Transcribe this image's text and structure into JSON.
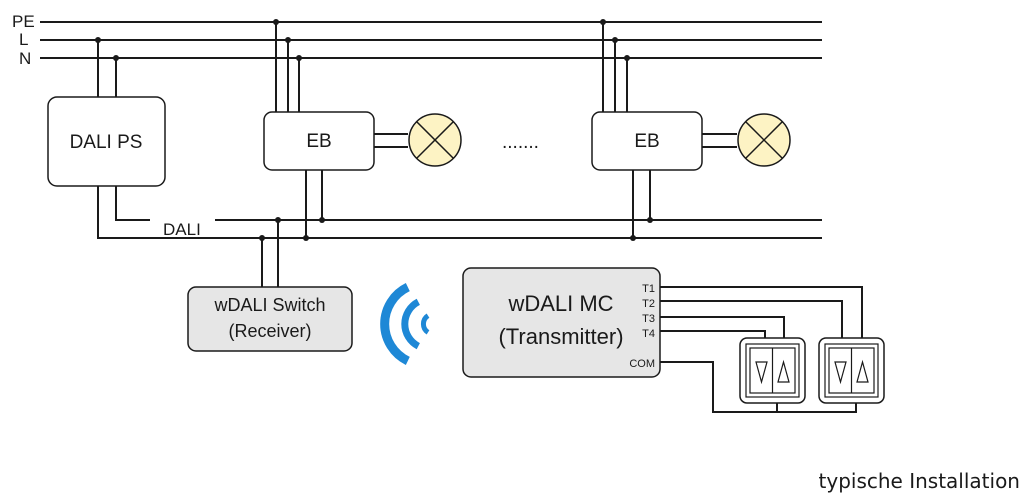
{
  "bus_labels": {
    "pe": "PE",
    "l": "L",
    "n": "N",
    "dali": "DALI"
  },
  "devices": {
    "dali_ps": "DALI PS",
    "eb1": "EB",
    "eb2": "EB",
    "ellipsis": ".......",
    "wdali_switch_line1": "wDALI Switch",
    "wdali_switch_line2": "(Receiver)",
    "wdali_mc_line1": "wDALI MC",
    "wdali_mc_line2": "(Transmitter)"
  },
  "terminals": {
    "t1": "T1",
    "t2": "T2",
    "t3": "T3",
    "t4": "T4",
    "com": "COM"
  },
  "caption": "typische Installation",
  "colors": {
    "lamp_fill": "#fdf3c4",
    "receiver_fill": "#e6e6e6",
    "transmitter_fill": "#e6e6e6",
    "wireless_signal": "#1e88d6"
  },
  "icons": [
    "lamp-icon",
    "wireless-signal-icon",
    "blind-switch-icon"
  ]
}
